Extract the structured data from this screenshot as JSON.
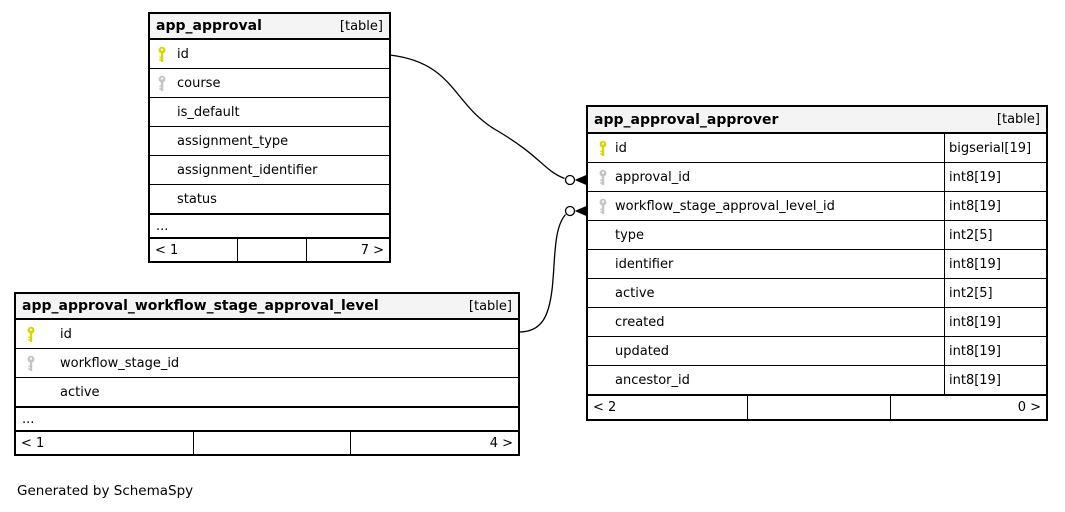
{
  "diagram": {
    "credit": "Generated by SchemaSpy"
  },
  "colors": {
    "primary_key_icon": "#d6d600",
    "foreign_key_icon": "#c4c4c4",
    "header_background": "#f4f4f4",
    "border": "#000000"
  },
  "tables": [
    {
      "name": "app_approval",
      "tag": "[table]",
      "rows": [
        {
          "label": "id"
        },
        {
          "label": "course"
        },
        {
          "label": "is_default"
        },
        {
          "label": "assignment_type"
        },
        {
          "label": "assignment_identifier"
        },
        {
          "label": "status"
        }
      ],
      "more": "...",
      "pager": {
        "left": "< 1",
        "mid": "",
        "right": "7 >"
      }
    },
    {
      "name": "app_approval_workflow_stage_approval_level",
      "tag": "[table]",
      "rows": [
        {
          "label": "id"
        },
        {
          "label": "workflow_stage_id"
        },
        {
          "label": "active"
        }
      ],
      "more": "...",
      "pager": {
        "left": "< 1",
        "mid": "",
        "right": "4 >"
      }
    },
    {
      "name": "app_approval_approver",
      "tag": "[table]",
      "rows": [
        {
          "label": "id",
          "type": "bigserial[19]"
        },
        {
          "label": "approval_id",
          "type": "int8[19]"
        },
        {
          "label": "workflow_stage_approval_level_id",
          "type": "int8[19]"
        },
        {
          "label": "type",
          "type": "int2[5]"
        },
        {
          "label": "identifier",
          "type": "int8[19]"
        },
        {
          "label": "active",
          "type": "int2[5]"
        },
        {
          "label": "created",
          "type": "int8[19]"
        },
        {
          "label": "updated",
          "type": "int8[19]"
        },
        {
          "label": "ancestor_id",
          "type": "int8[19]"
        }
      ],
      "pager": {
        "left": "< 2",
        "mid": "",
        "right": "0 >"
      }
    }
  ],
  "relationships": [
    {
      "from": "app_approval.id",
      "to": "app_approval_approver.approval_id"
    },
    {
      "from": "app_approval_workflow_stage_approval_level.id",
      "to": "app_approval_approver.workflow_stage_approval_level_id"
    }
  ]
}
